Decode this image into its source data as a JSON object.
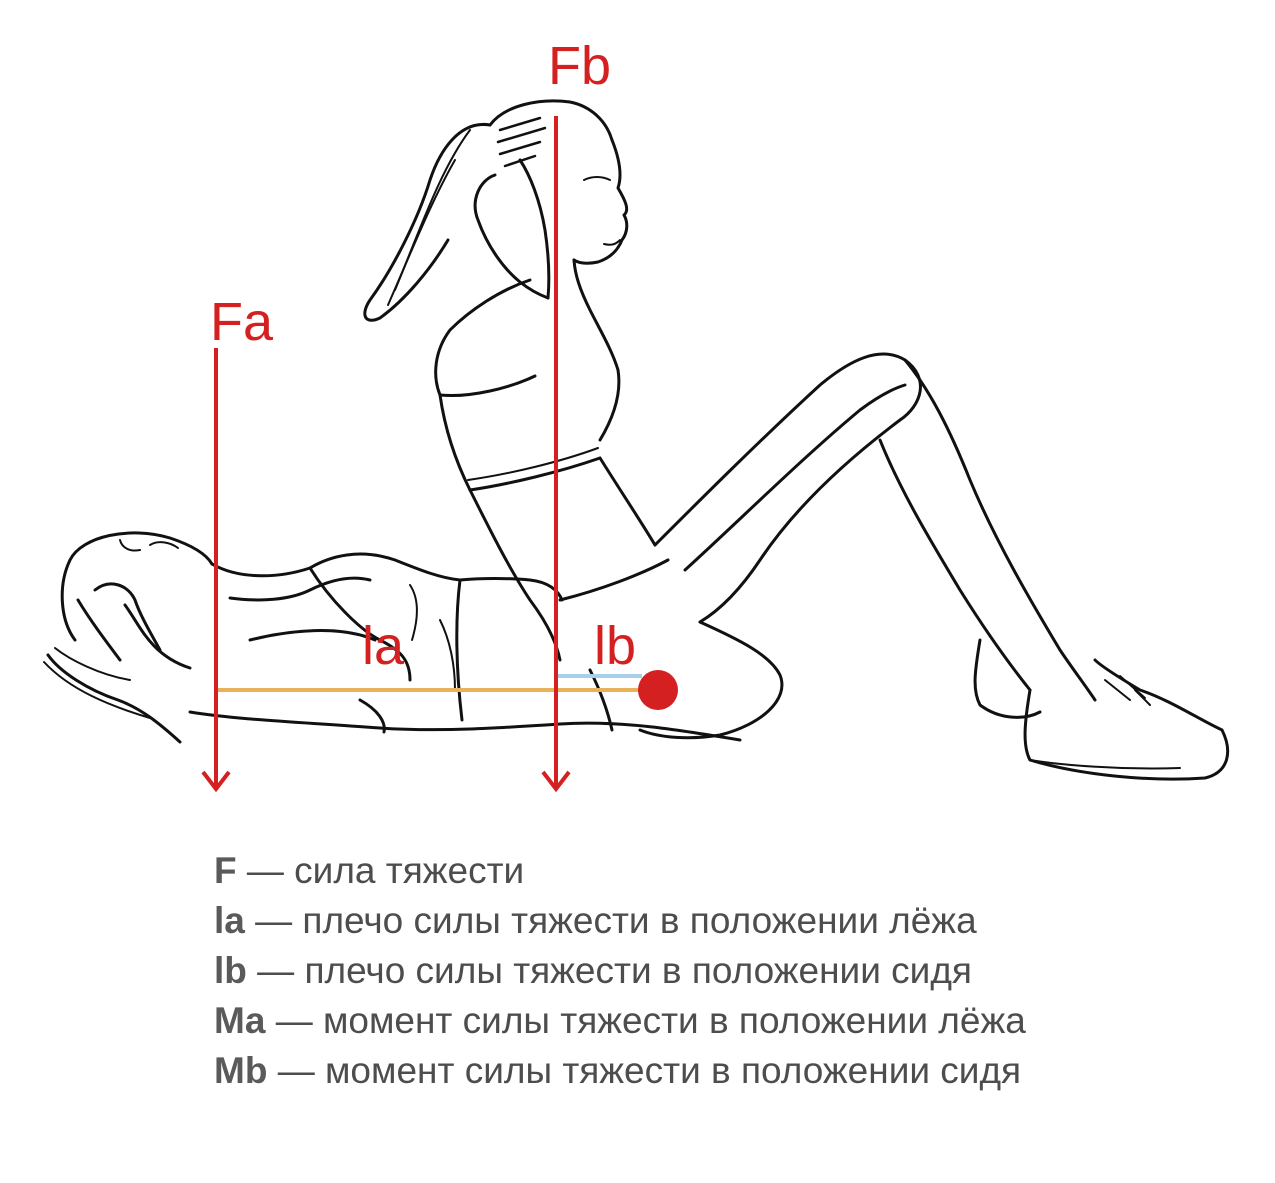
{
  "colors": {
    "force": "#d42020",
    "arm_lying": "#e8b25a",
    "arm_sitting": "#a9d0ea",
    "center_of_mass": "#d42020",
    "sketch": "#111111",
    "legend_text": "#4d4d4d"
  },
  "labels": {
    "force_lying": "Fa",
    "force_sitting": "Fb",
    "arm_lying": "la",
    "arm_sitting": "lb"
  },
  "legend": [
    {
      "symbol": "F",
      "description": "— сила тяжести"
    },
    {
      "symbol": "la",
      "description": "— плечо силы тяжести в положении лёжа"
    },
    {
      "symbol": "lb",
      "description": "— плечо силы тяжести в положении сидя"
    },
    {
      "symbol": "Ma",
      "description": "— момент силы тяжести в положении лёжа"
    },
    {
      "symbol": "Mb",
      "description": "— момент силы тяжести в положении сидя"
    }
  ]
}
